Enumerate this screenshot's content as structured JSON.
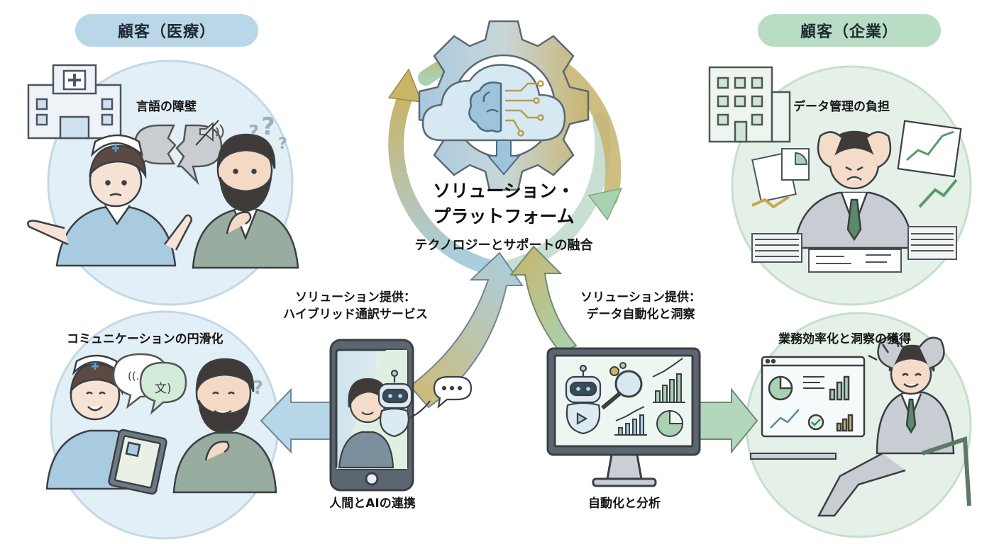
{
  "customers": {
    "medical": {
      "title": "顧客（医療）",
      "problem_label": "言語の障壁",
      "result_label": "コミュニケーションの円滑化",
      "color": "#b9d7e8"
    },
    "enterprise": {
      "title": "顧客（企業）",
      "problem_label": "データ管理の負担",
      "result_label": "業務効率化と洞察の獲得",
      "color": "#b9dcc4"
    }
  },
  "platform": {
    "title_line1": "ソリューション・",
    "title_line2": "プラットフォーム",
    "subtitle": "テクノロジーとサポートの融合"
  },
  "solutions": {
    "left": {
      "line1": "ソリューション提供：",
      "line2": "ハイブリッド通訳サービス",
      "device_caption": "人間とAIの連携"
    },
    "right": {
      "line1": "ソリューション提供：",
      "line2": "データ自動化と洞察",
      "device_caption": "自動化と分析"
    }
  },
  "icons": [
    "hospital-icon",
    "office-building-icon",
    "gear-icon",
    "cloud-icon",
    "brain-circuit-icon",
    "smartphone-icon",
    "robot-icon",
    "speech-bubble-icon",
    "monitor-icon",
    "magnifier-icon",
    "bar-chart-icon",
    "pie-chart-icon",
    "tablet-icon",
    "question-mark-icon",
    "muted-speaker-icon"
  ],
  "colors": {
    "blue_accent": "#a9cfe3",
    "green_accent": "#a9d3b4",
    "gold_accent": "#c8b36a",
    "outline": "#3a3f44"
  }
}
